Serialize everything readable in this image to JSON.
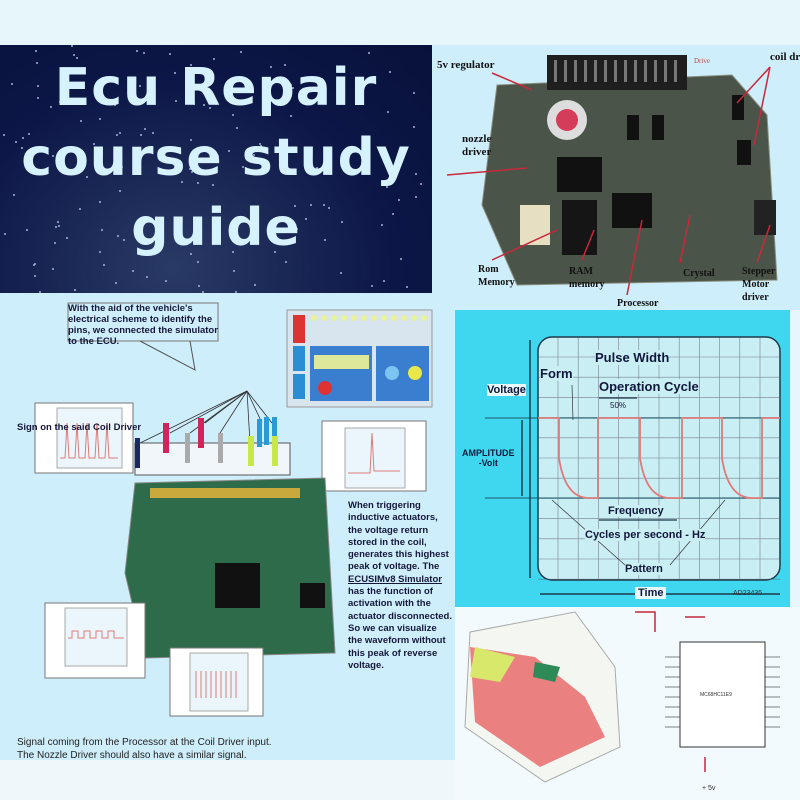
{
  "title": {
    "line1": "Ecu Repair",
    "line2": "course study",
    "line3": "guide"
  },
  "pcb_labels": {
    "regulator": "5v regulator",
    "coil_driver": "coil driver",
    "nozzle_driver_1": "nozzle",
    "nozzle_driver_2": "driver",
    "rom_1": "Rom",
    "rom_2": "Memory",
    "ram_1": "RAM",
    "ram_2": "memory",
    "crystal": "Crystal",
    "processor": "Processor",
    "stepper_1": "Stepper",
    "stepper_2": "Motor",
    "stepper_3": "driver",
    "drive": "Drive"
  },
  "simulator_section": {
    "callout": "With the aid of the vehicle's electrical scheme to identify the pins, we connected the simulator to the ECU.",
    "coil_sign": "Sign on the said Coil Driver",
    "inductive_note_1": "When triggering inductive actuators, the voltage return stored in the coil, generates this highest peak of voltage.",
    "inductive_note_link": "ECUSIMv8 Simulator",
    "inductive_note_prefix": "The",
    "inductive_note_2": "has the function of activation with the actuator disconnected.",
    "inductive_note_3": "So we can visualize the waveform without this peak of reverse voltage.",
    "footer_1": "Signal coming from the Processor at the Coil Driver input.",
    "footer_2": "The Nozzle Driver should also have a similar signal."
  },
  "scope": {
    "pulse_width": "Pulse Width",
    "form": "Form",
    "voltage": "Voltage",
    "operation_cycle": "Operation Cycle",
    "duty": "50%",
    "amplitude": "AMPLITUDE",
    "volt": "-Volt",
    "frequency": "Frequency",
    "cycles": "Cycles per second - Hz",
    "pattern": "Pattern",
    "time": "Time",
    "code": "AD23435",
    "trace_color": "#e07a7a"
  },
  "chip": {
    "name": "MC68HC11E9",
    "supply": "+ 5v"
  }
}
